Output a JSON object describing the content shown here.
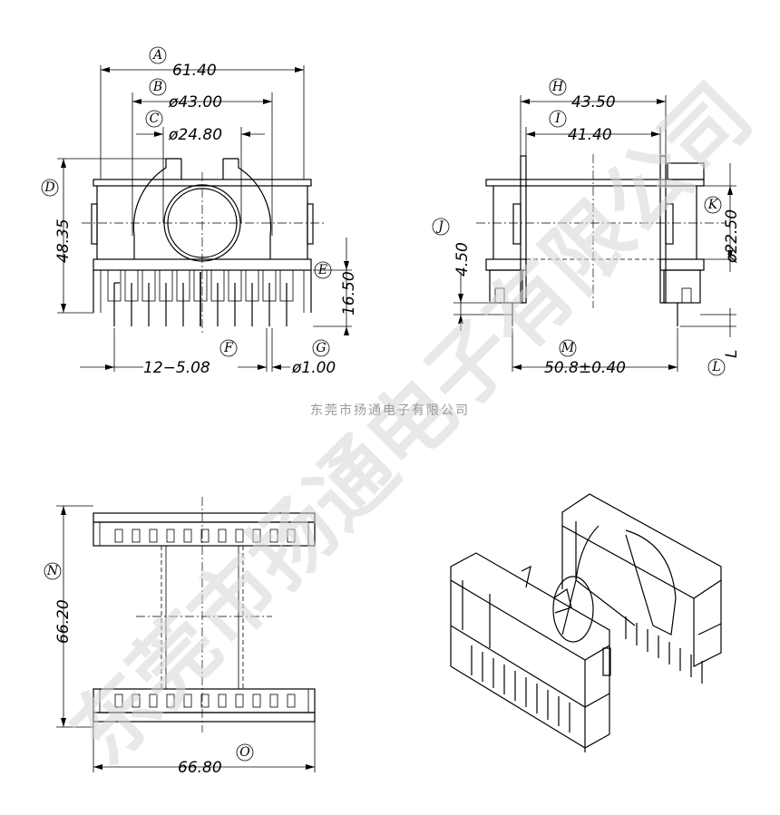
{
  "watermark": {
    "large_text": "东莞市扬通电子有限公司",
    "small_text": "东莞市扬通电子有限公司"
  },
  "front_view": {
    "labels": {
      "A": "A",
      "B": "B",
      "C": "C",
      "D": "D",
      "E": "E",
      "F": "F",
      "G": "G"
    },
    "dims": {
      "A": "61.40",
      "B": "ø43.00",
      "C": "ø24.80",
      "D": "48.35",
      "E": "16.50",
      "F": "12−5.08",
      "G": "ø1.00"
    }
  },
  "side_view": {
    "labels": {
      "H": "H",
      "I": "I",
      "J": "J",
      "K": "K",
      "L": "L",
      "M": "M"
    },
    "dims": {
      "H": "43.50",
      "I": "41.40",
      "J": "4.50",
      "K": "ø22.50",
      "L": "L",
      "M": "50.8±0.40"
    }
  },
  "bottom_view": {
    "labels": {
      "N": "N",
      "O": "O"
    },
    "dims": {
      "N": "66.20",
      "O": "66.80"
    }
  }
}
